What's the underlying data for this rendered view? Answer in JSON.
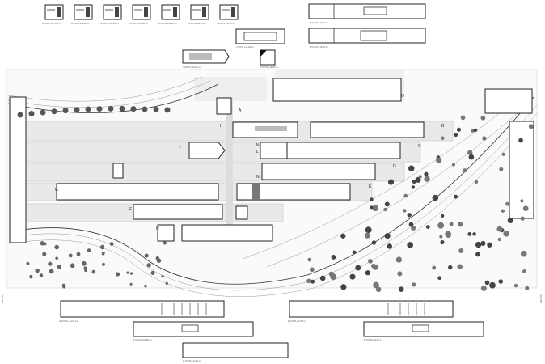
{
  "drawing": {
    "building_labels": [
      {
        "id": "A",
        "text": "A"
      },
      {
        "id": "B",
        "text": "B"
      },
      {
        "id": "C",
        "text": "C"
      },
      {
        "id": "D",
        "text": "D"
      },
      {
        "id": "E",
        "text": "E"
      },
      {
        "id": "F",
        "text": "F"
      },
      {
        "id": "G",
        "text": "G"
      },
      {
        "id": "H",
        "text": "H"
      },
      {
        "id": "I",
        "text": "I"
      },
      {
        "id": "J",
        "text": "J"
      },
      {
        "id": "L",
        "text": "L"
      },
      {
        "id": "N1",
        "text": "N"
      },
      {
        "id": "N2",
        "text": "N"
      },
      {
        "id": "O",
        "text": "O"
      }
    ],
    "thumbnail_captions": [
      "A (COTA +07,80 m)",
      "A (COTA +09,80 m)",
      "A (COTA +05,80 m)",
      "A (COTA +07,80 m)",
      "A (COTA +05,40 m)",
      "A (COTA +09,80 m)",
      "A (COTA +14,20 m)"
    ],
    "plan_captions": {
      "terminal_upper": "I (COTA +14,20 m)",
      "terminal_lower": "I (COTA +14,20 m)",
      "block_right": "I (COTA +14,20 m)",
      "strip_b1": "B (COTA +17,80 m)",
      "strip_b2": "B (COTA +16,20 m)",
      "bottom_left": "G (COTA +14,20 m)",
      "bottom_mid": "F (COTA +14,20 m)",
      "bottom_low": "H (COTA +14,20 m)",
      "bottom_right": "E (COTA +17,80 m)",
      "bottom_right2": "D (COTA +14,20 m)",
      "section_left": "SECCIÓN",
      "section_right": "SECCIÓN"
    }
  }
}
